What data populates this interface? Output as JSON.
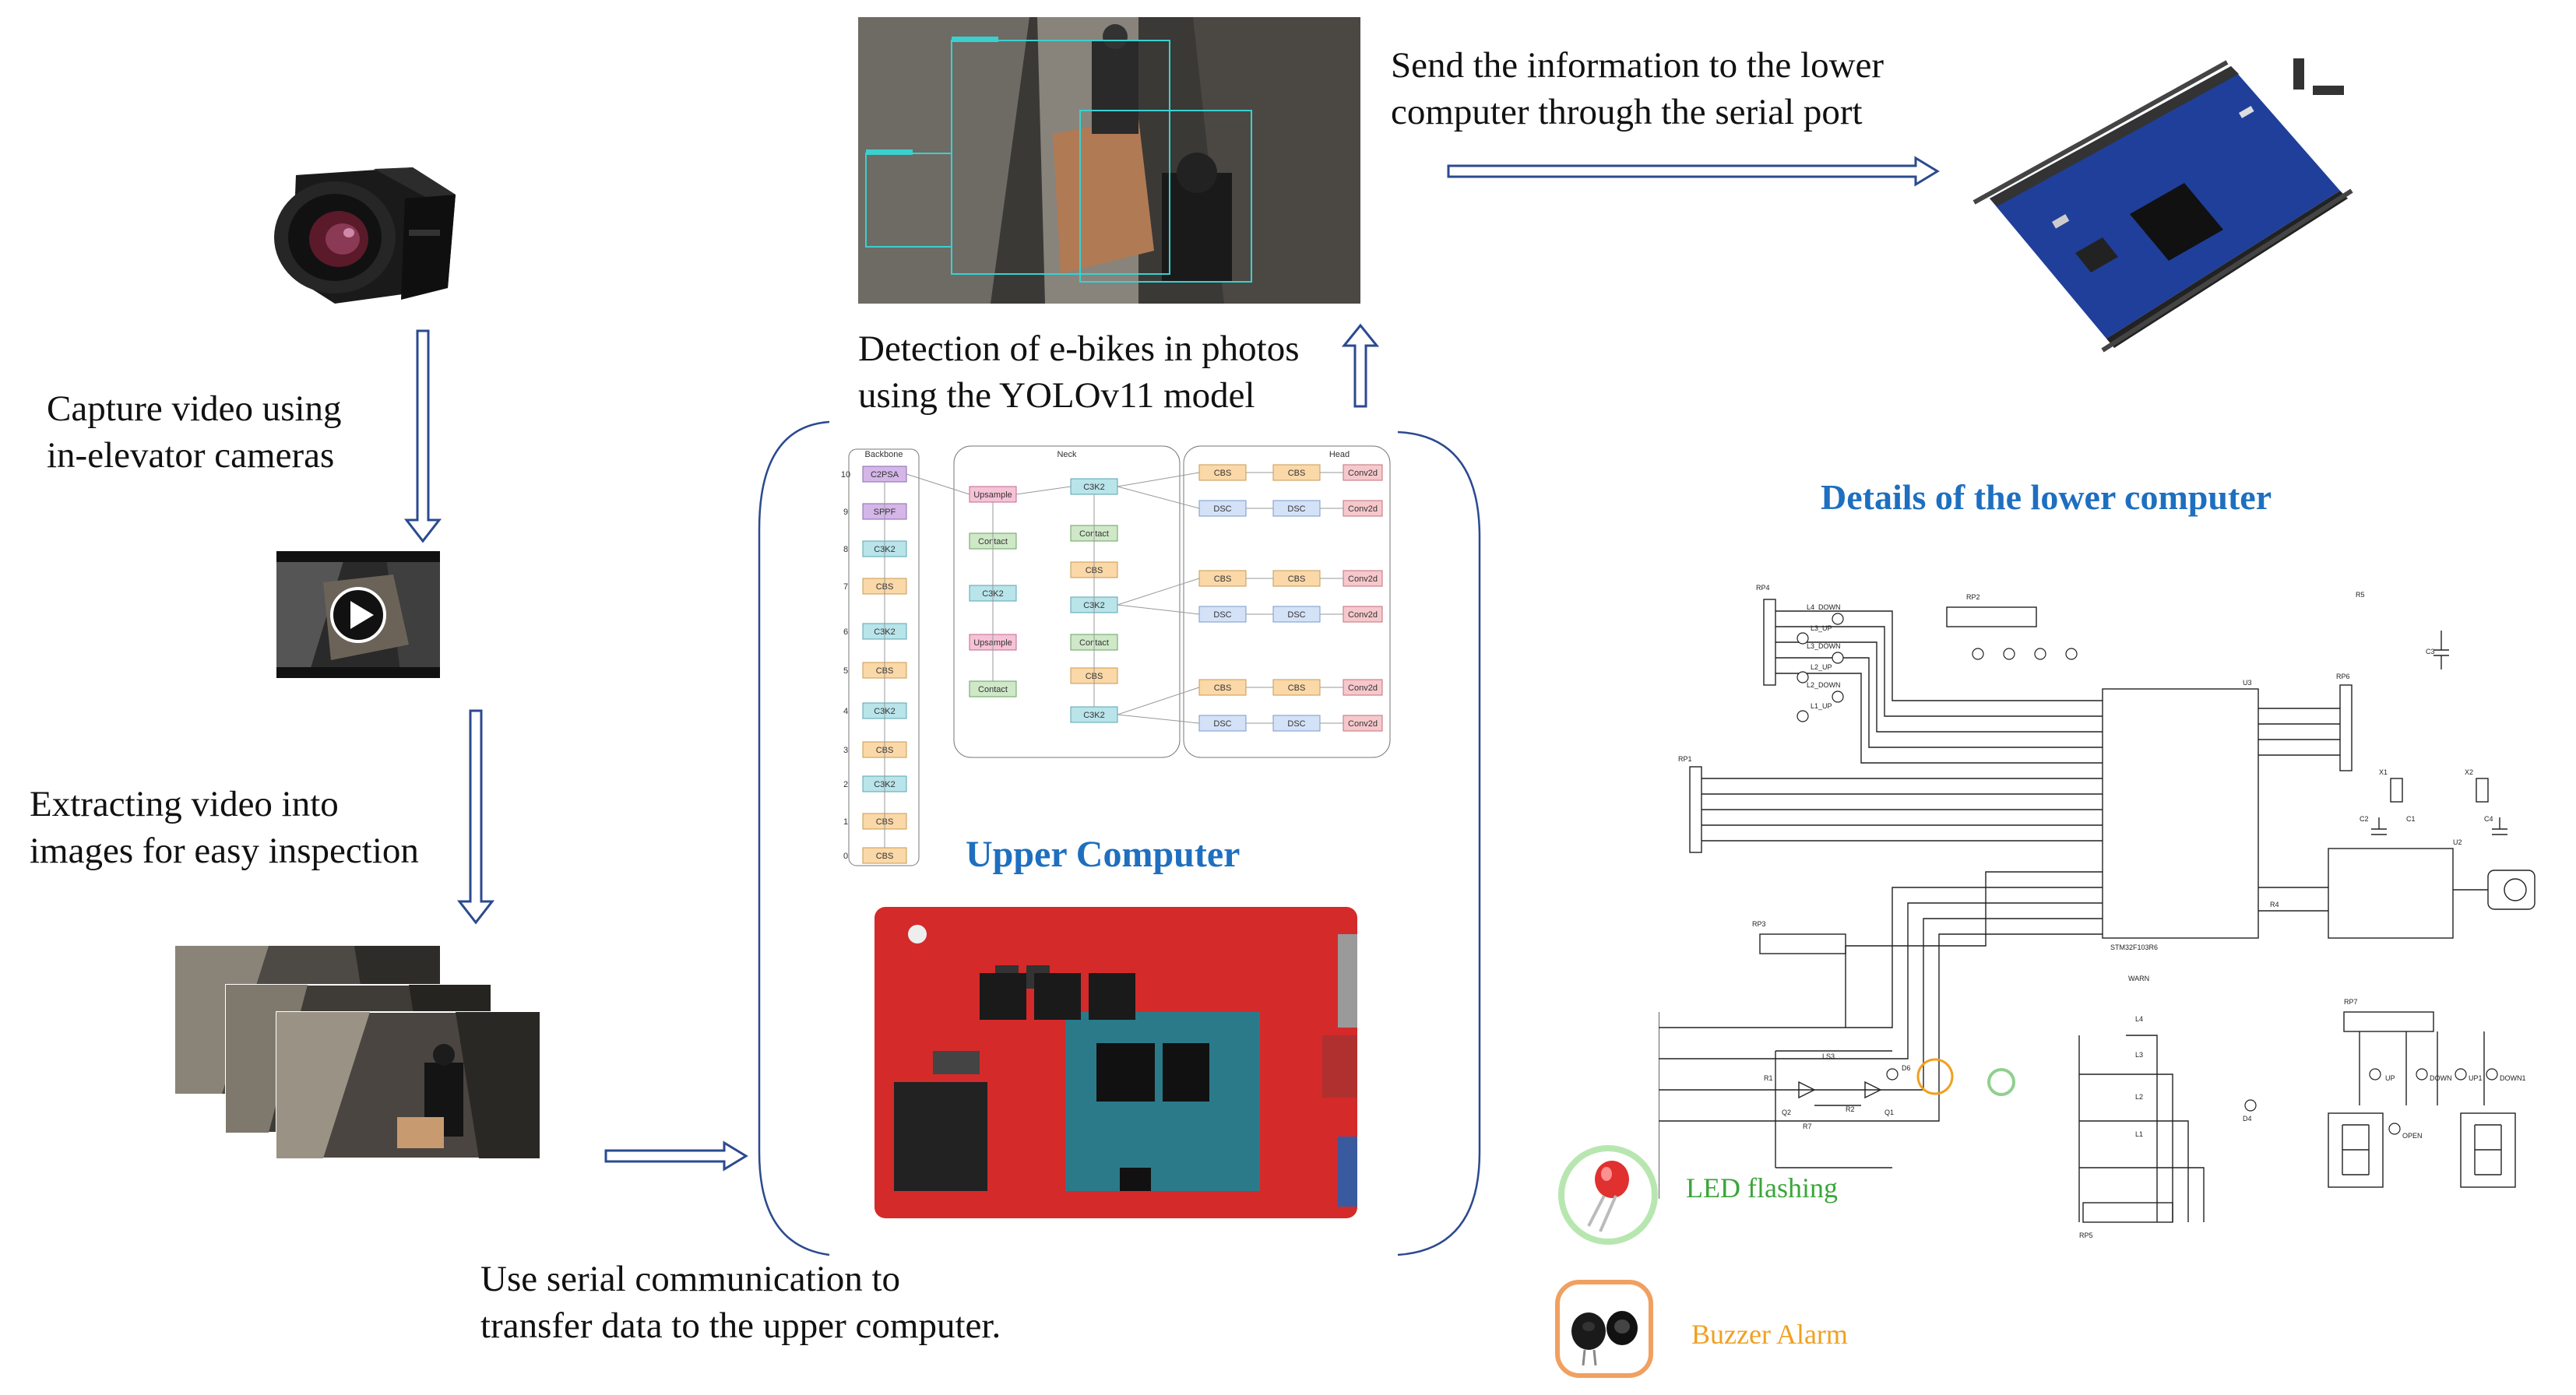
{
  "captions": {
    "capture": "Capture video using\nin-elevator cameras",
    "extract": "Extracting video into\nimages for easy inspection",
    "serial_upper": "Use serial communication to\ntransfer data to the upper computer.",
    "detection": "Detection of e-bikes in photos\nusing the YOLOv11 model",
    "send_lower": "Send the information to the lower\ncomputer through the serial port",
    "upper_computer": "Upper Computer",
    "details_lower": "Details of the lower computer",
    "led_flashing": "LED flashing",
    "buzzer_alarm": "Buzzer Alarm"
  },
  "colors": {
    "arrow": "#2b4a8f",
    "blue_title": "#1e6fbf",
    "led_text": "#3aa63a",
    "buzzer_text": "#f0a020",
    "pcb_red": "#d42a2a",
    "pcb_blue": "#1f3f9a"
  },
  "network": {
    "sections": [
      "Backbone",
      "Neck",
      "Head"
    ],
    "backbone": [
      {
        "idx": "10",
        "label": "C2PSA"
      },
      {
        "idx": "9",
        "label": "SPPF"
      },
      {
        "idx": "8",
        "label": "C3K2"
      },
      {
        "idx": "7",
        "label": "CBS"
      },
      {
        "idx": "6",
        "label": "C3K2"
      },
      {
        "idx": "5",
        "label": "CBS"
      },
      {
        "idx": "4",
        "label": "C3K2"
      },
      {
        "idx": "3",
        "label": "CBS"
      },
      {
        "idx": "2",
        "label": "C3K2"
      },
      {
        "idx": "1",
        "label": "CBS"
      },
      {
        "idx": "0",
        "label": "CBS"
      }
    ],
    "neck": [
      {
        "label": "Upsample"
      },
      {
        "label": "Contact"
      },
      {
        "label": "C3K2"
      },
      {
        "label": "Upsample"
      },
      {
        "label": "Contact"
      }
    ],
    "neck_right": [
      {
        "label": "C3K2"
      },
      {
        "label": "Contact"
      },
      {
        "label": "CBS"
      },
      {
        "label": "C3K2"
      },
      {
        "label": "Contact"
      },
      {
        "label": "CBS"
      },
      {
        "label": "C3K2"
      }
    ],
    "head_rows": [
      [
        "CBS",
        "CBS",
        "Conv2d"
      ],
      [
        "DSC",
        "DSC",
        "Conv2d"
      ],
      [
        "CBS",
        "CBS",
        "Conv2d"
      ],
      [
        "DSC",
        "DSC",
        "Conv2d"
      ],
      [
        "CBS",
        "CBS",
        "Conv2d"
      ],
      [
        "DSC",
        "DSC",
        "Conv2d"
      ]
    ]
  },
  "schematic": {
    "labels": [
      "RP4",
      "RP2",
      "RP1",
      "RP3",
      "RP5",
      "RP6",
      "RP7",
      "R5",
      "C3",
      "U3",
      "X1",
      "X2",
      "C1",
      "C2",
      "C4",
      "U2",
      "R4",
      "L4_DOWN",
      "L3_UP",
      "L3_DOWN",
      "L2_UP",
      "L2_DOWN",
      "L1_UP",
      "WARN",
      "L4",
      "L3",
      "L2",
      "L1",
      "LS3",
      "R1",
      "Q2",
      "R7",
      "R2",
      "Q1",
      "D6",
      "D4",
      "UP",
      "DOWN",
      "UP1",
      "DOWN1",
      "OPEN",
      "STM32F103R6"
    ]
  }
}
